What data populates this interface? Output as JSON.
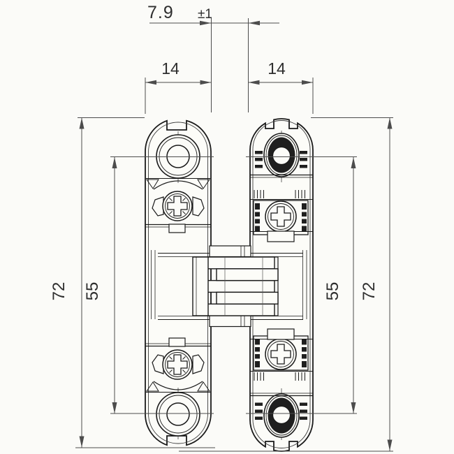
{
  "figure": {
    "kind": "technical-drawing-concealed-hinge-front-elevation",
    "background": "#fbfbf8",
    "ink": "#1a1a1a",
    "dim_ink": "#4c4c4c",
    "labels": {
      "gap_value": "7.9",
      "gap_tolerance": "±1",
      "leaf_width_left": "14",
      "leaf_width_right": "14",
      "height_left": "72",
      "height_right": "72",
      "hole_spacing_left": "55",
      "hole_spacing_right": "55"
    }
  }
}
